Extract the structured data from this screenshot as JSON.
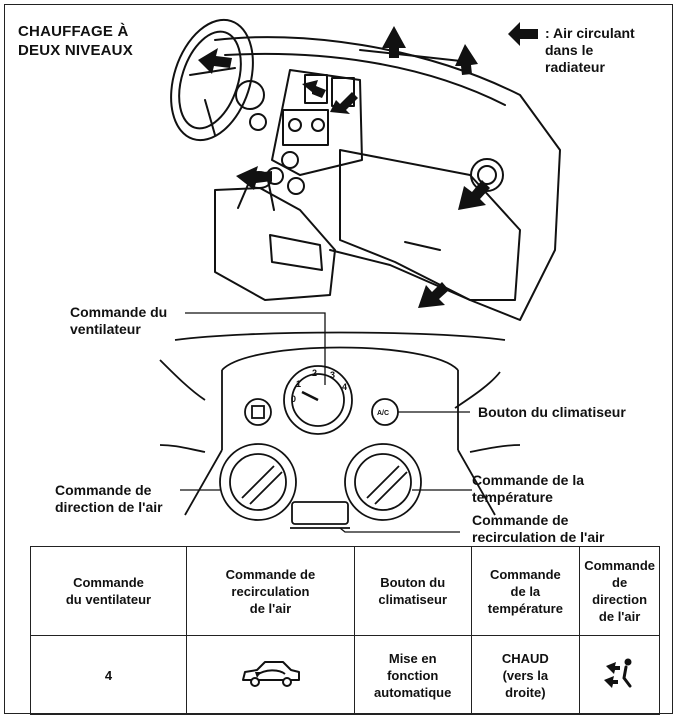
{
  "title": {
    "line1": "CHAUFFAGE À",
    "line2": "DEUX NIVEAUX"
  },
  "legend": {
    "icon": "left-arrow-icon",
    "line1": ": Air circulant",
    "line2": "dans le",
    "line3": "radiateur"
  },
  "labels": {
    "fan_line1": "Commande du",
    "fan_line2": "ventilateur",
    "ac_button": "Bouton du climatiseur",
    "air_dir_line1": "Commande de",
    "air_dir_line2": "direction de l'air",
    "temp_line1": "Commande de la",
    "temp_line2": "température",
    "recirc_line1": "Commande de",
    "recirc_line2": "recirculation de l'air"
  },
  "panel": {
    "ac_button_text": "A/C",
    "fan_scale": [
      "0",
      "1",
      "2",
      "3",
      "4"
    ]
  },
  "table": {
    "headers": [
      [
        "Commande",
        "du ventilateur"
      ],
      [
        "Commande de",
        "recirculation",
        "de l'air"
      ],
      [
        "Bouton du",
        "climatiseur"
      ],
      [
        "Commande",
        "de la",
        "température"
      ],
      [
        "Commande",
        "de direction",
        "de l'air"
      ]
    ],
    "values": {
      "fan": "4",
      "recirculation_icon": "car-recirculation-icon",
      "ac": [
        "Mise en",
        "fonction",
        "automatique"
      ],
      "temperature": [
        "CHAUD",
        "(vers la",
        "droite)"
      ],
      "air_direction_icon": "bi-level-airflow-icon"
    }
  }
}
